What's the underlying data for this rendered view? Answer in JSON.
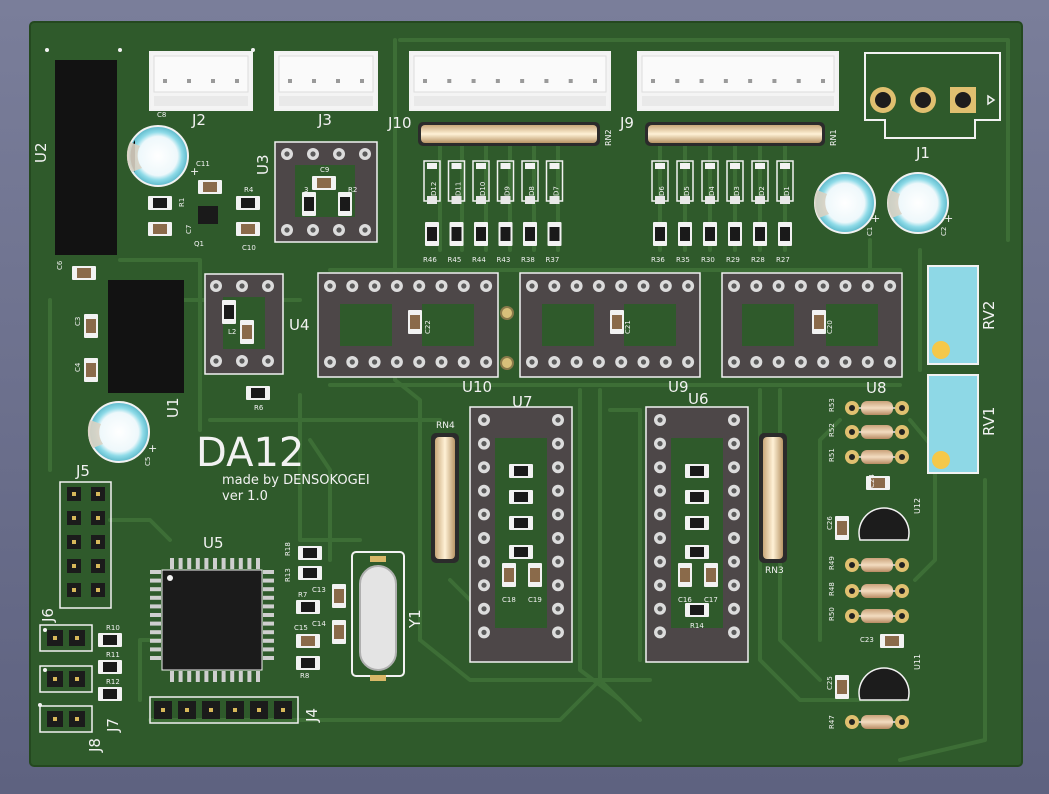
{
  "board": {
    "title": "DA12",
    "subtitle": "made by DENSOKOGEI",
    "version": "ver 1.0"
  },
  "refs": {
    "U1": "U1",
    "U2": "U2",
    "U3": "U3",
    "U4": "U4",
    "U5": "U5",
    "U6": "U6",
    "U7": "U7",
    "U8": "U8",
    "U9": "U9",
    "U10": "U10",
    "U11": "U11",
    "U12": "U12",
    "J1": "J1",
    "J2": "J2",
    "J3": "J3",
    "J4": "J4",
    "J5": "J5",
    "J6": "J6",
    "J7": "J7",
    "J8": "J8",
    "J9": "J9",
    "J10": "J10",
    "RV1": "RV1",
    "RV2": "RV2",
    "Y1": "Y1",
    "RN1": "RN1",
    "RN2": "RN2",
    "RN3": "RN3",
    "RN4": "RN4",
    "C1": "C1",
    "C2": "C2",
    "C3": "C3",
    "C4": "C4",
    "C5": "C5",
    "C6": "C6",
    "C7": "C7",
    "C8": "C8",
    "C9": "C9",
    "C10": "C10",
    "C11": "C11",
    "C13": "C13",
    "C14": "C14",
    "C15": "C15",
    "C16": "C16",
    "C17": "C17",
    "C18": "C18",
    "C19": "C19",
    "C20": "C20",
    "C21": "C21",
    "C22": "C22",
    "C23": "C23",
    "C24": "C24",
    "C25": "C25",
    "C26": "C26",
    "R1": "R1",
    "R2": "R2",
    "R3": "3",
    "R4": "R4",
    "R6": "R6",
    "R7": "R7",
    "R8": "R8",
    "R10": "R10",
    "R11": "R11",
    "R12": "R12",
    "R13": "R13",
    "R14": "R14",
    "R18": "R18",
    "R27": "R27",
    "R28": "R28",
    "R29": "R29",
    "R30": "R30",
    "R35": "R35",
    "R36": "R36",
    "R37": "R37",
    "R38": "R38",
    "R43": "R43",
    "R44": "R44",
    "R45": "R45",
    "R46": "R46",
    "R47": "R47",
    "R48": "R48",
    "R49": "R49",
    "R50": "R50",
    "R51": "R51",
    "R52": "R52",
    "R53": "R53",
    "D1": "D1",
    "D2": "D2",
    "D3": "D3",
    "D4": "D4",
    "D5": "D5",
    "D6": "D6",
    "D7": "D7",
    "D8": "D8",
    "D9": "D9",
    "D10": "D10",
    "D11": "D11",
    "D12": "D12",
    "Q1": "Q1",
    "L2": "L2"
  },
  "colors": {
    "background": "#6f7391",
    "pcb": "#2f5a2b",
    "trace": "#3b6b35",
    "silkscreen": "#f2f2f2",
    "copper": "#e8c67a",
    "socket": "#4d4748",
    "connector": "#f4f4f4",
    "electrolytic": "#7fd8e8",
    "trimmer": "#8ed8e6",
    "resistor_body": "#e8c9a0"
  }
}
